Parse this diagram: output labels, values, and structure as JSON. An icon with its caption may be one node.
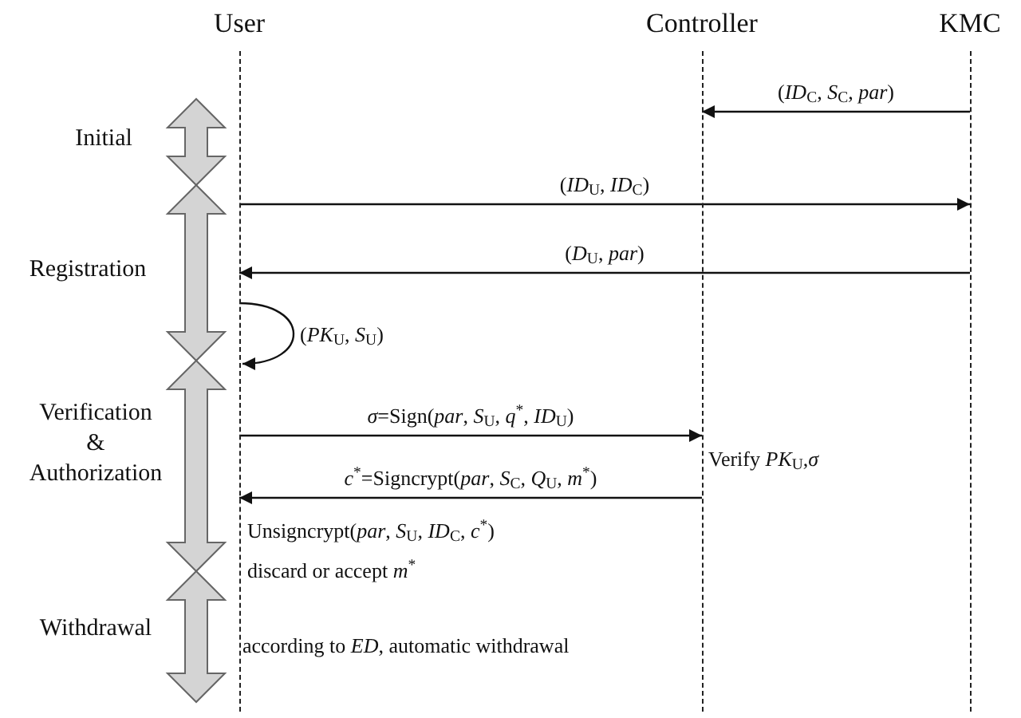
{
  "diagram": {
    "nodes": [
      {
        "text": [
          "User"
        ]
      },
      {
        "text": [
          "Controller"
        ]
      },
      {
        "text": [
          "KMC"
        ]
      }
    ],
    "edges": [
      {
        "from": 2,
        "to": 1,
        "arrow": "to",
        "label": "(*ID*$_{C}$, *S*$_{C}$, *par*)"
      },
      {
        "from": 0,
        "to": 2,
        "arrow": "to",
        "label": "(*ID*$_{U}$, *ID*$_{C}$)"
      },
      {
        "from": 2,
        "to": 0,
        "arrow": "to",
        "label": "(*D*$_{U}$, *par*)"
      },
      {
        "from": 0,
        "to": 0,
        "arrow": "to",
        "label": "(*PK*$_{U}$, *S*$_{U}$)"
      },
      {
        "from": 0,
        "to": 1,
        "arrow": "to",
        "label": "*σ*=Sign(*par*, *S*$_{U}$, *q*$^{*}$, *ID*$_{U}$)"
      },
      {
        "from": 1,
        "to": 0,
        "arrow": "to",
        "label": "*c*$^{*}$=Signcrypt(*par*, *S*$_{C}$, *Q*$_{U}$, *m*$^{*}$)"
      }
    ],
    "labels": [
      "Initial",
      "Registration",
      "Verification & Authorization",
      "Withdrawal",
      "Verify *PK*$_{U}$,*σ*",
      "Unsigncrypt(*par*, *S*$_{U}$, *ID*$_{C}$, *c*$^{*}$)",
      "discard or accept *m*$^{*}$",
      "according to *ED*, automatic withdrawal"
    ]
  }
}
